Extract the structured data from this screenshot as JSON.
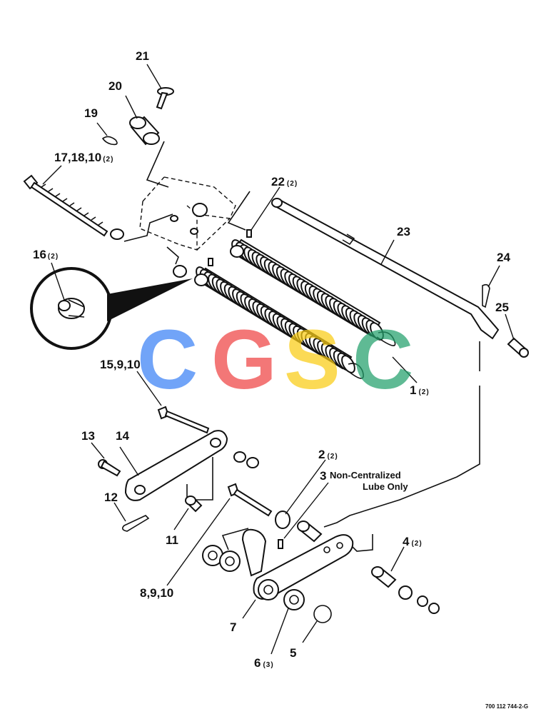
{
  "callouts": [
    {
      "id": "c21",
      "number": "21",
      "qty": ""
    },
    {
      "id": "c20",
      "number": "20",
      "qty": ""
    },
    {
      "id": "c19",
      "number": "19",
      "qty": ""
    },
    {
      "id": "c17",
      "number": "17,18,10",
      "qty": "(2)"
    },
    {
      "id": "c22",
      "number": "22",
      "qty": "(2)"
    },
    {
      "id": "c23",
      "number": "23",
      "qty": ""
    },
    {
      "id": "c16",
      "number": "16",
      "qty": "(2)"
    },
    {
      "id": "c24",
      "number": "24",
      "qty": ""
    },
    {
      "id": "c25",
      "number": "25",
      "qty": ""
    },
    {
      "id": "c1",
      "number": "1",
      "qty": "(2)"
    },
    {
      "id": "c15",
      "number": "15,9,10",
      "qty": ""
    },
    {
      "id": "c13",
      "number": "13",
      "qty": ""
    },
    {
      "id": "c14",
      "number": "14",
      "qty": ""
    },
    {
      "id": "c2",
      "number": "2",
      "qty": "(2)"
    },
    {
      "id": "c3",
      "number": "3",
      "qty": ""
    },
    {
      "id": "c12",
      "number": "12",
      "qty": ""
    },
    {
      "id": "c11",
      "number": "11",
      "qty": ""
    },
    {
      "id": "c4",
      "number": "4",
      "qty": "(2)"
    },
    {
      "id": "c8",
      "number": "8,9,10",
      "qty": ""
    },
    {
      "id": "c7",
      "number": "7",
      "qty": ""
    },
    {
      "id": "c6",
      "number": "6",
      "qty": "(3)"
    },
    {
      "id": "c5",
      "number": "5",
      "qty": ""
    }
  ],
  "note": {
    "line1": "Non-Centralized",
    "line2": "Lube Only"
  },
  "figure_code": "700 112 744-2-G",
  "watermark": {
    "letters": [
      "C",
      "G",
      "S",
      "C"
    ],
    "colors": [
      "#3b82f6",
      "#ef4444",
      "#facc15",
      "#22a06b"
    ]
  }
}
